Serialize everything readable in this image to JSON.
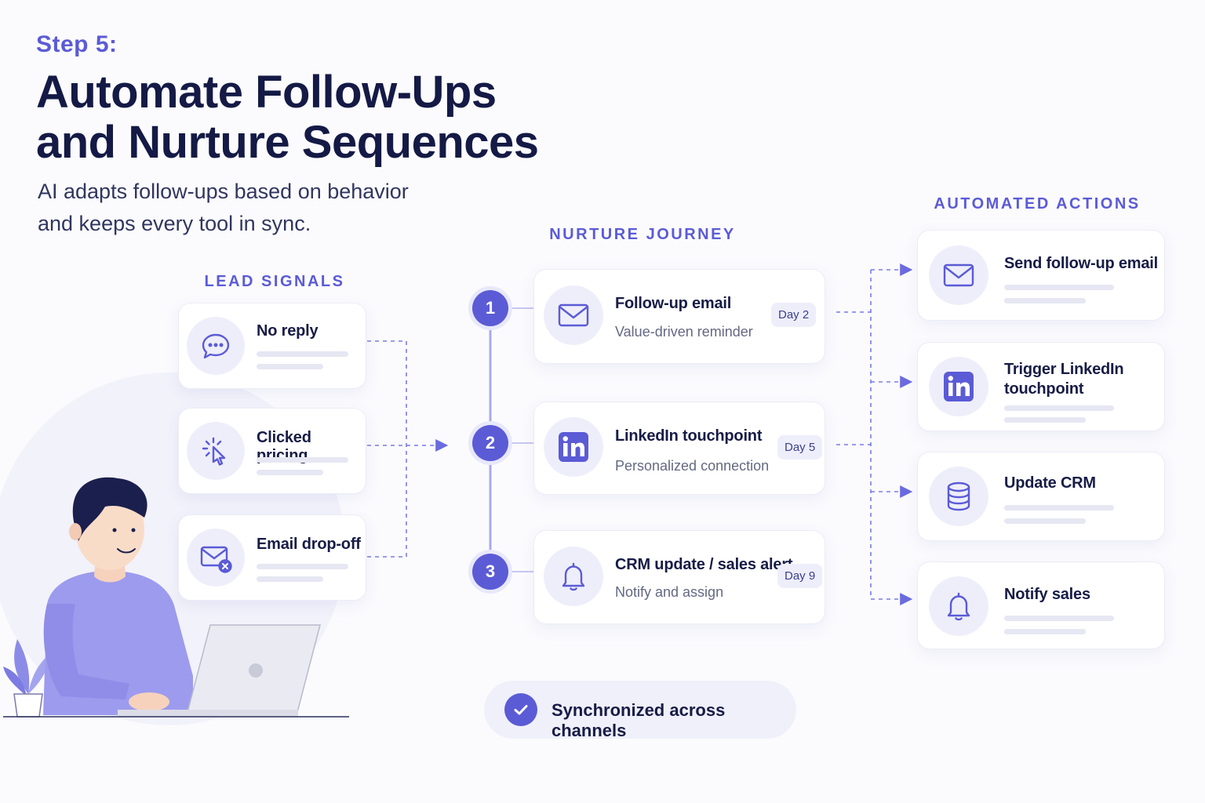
{
  "header": {
    "step": "Step 5:",
    "title_line1": "Automate Follow-Ups",
    "title_line2": "and Nurture Sequences",
    "subtitle_line1": "AI adapts follow-ups based on behavior",
    "subtitle_line2": "and keeps every tool in sync."
  },
  "lead_signals": {
    "heading": "LEAD SIGNALS",
    "items": [
      {
        "label": "No reply",
        "icon": "chat-bubble-icon"
      },
      {
        "label": "Clicked pricing",
        "icon": "cursor-click-icon"
      },
      {
        "label": "Email drop-off",
        "icon": "email-x-icon"
      }
    ]
  },
  "journey": {
    "heading": "NURTURE JOURNEY",
    "steps": [
      {
        "number": "1",
        "title": "Follow-up email",
        "subtitle": "Value-driven reminder",
        "day": "Day 2",
        "icon": "mail-icon"
      },
      {
        "number": "2",
        "title": "LinkedIn touchpoint",
        "subtitle": "Personalized connection",
        "day": "Day 5",
        "icon": "linkedin-icon"
      },
      {
        "number": "3",
        "title": "CRM update / sales alert",
        "subtitle": "Notify and assign",
        "day": "Day 9",
        "icon": "bell-icon"
      }
    ]
  },
  "actions": {
    "heading": "AUTOMATED ACTIONS",
    "items": [
      {
        "line1": "Send follow-up email",
        "line2": "",
        "icon": "mail-icon"
      },
      {
        "line1": "Trigger LinkedIn",
        "line2": "touchpoint",
        "icon": "linkedin-icon"
      },
      {
        "line1": "Update CRM",
        "line2": "",
        "icon": "database-icon"
      },
      {
        "line1": "Notify sales",
        "line2": "",
        "icon": "bell-icon"
      }
    ]
  },
  "footer": {
    "sync_label": "Synchronized across channels",
    "icon": "checkmark-icon"
  },
  "colors": {
    "accent": "#5b5bd6",
    "title": "#141a45",
    "background": "#fbfbfe"
  }
}
